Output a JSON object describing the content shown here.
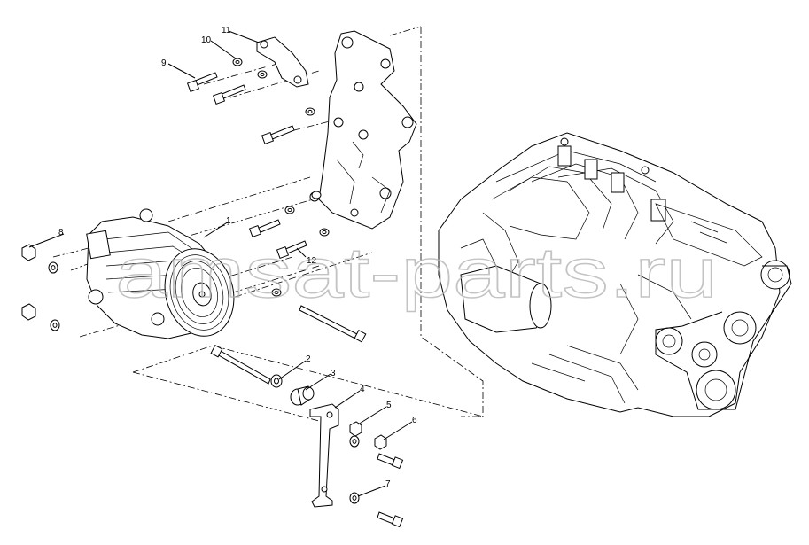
{
  "callouts": [
    {
      "id": "1",
      "label": "1"
    },
    {
      "id": "2",
      "label": "2"
    },
    {
      "id": "3",
      "label": "3"
    },
    {
      "id": "4",
      "label": "4"
    },
    {
      "id": "5",
      "label": "5"
    },
    {
      "id": "6",
      "label": "6"
    },
    {
      "id": "7",
      "label": "7"
    },
    {
      "id": "8",
      "label": "8"
    },
    {
      "id": "9",
      "label": "9"
    },
    {
      "id": "10",
      "label": "10"
    },
    {
      "id": "11",
      "label": "11"
    },
    {
      "id": "12",
      "label": "12"
    }
  ],
  "watermark": "amsat-parts.ru",
  "parts": {
    "compressor": "ac-compressor",
    "bracket": "compressor-mounting-bracket",
    "engine": "engine-assembly",
    "strap": "support-strap"
  }
}
